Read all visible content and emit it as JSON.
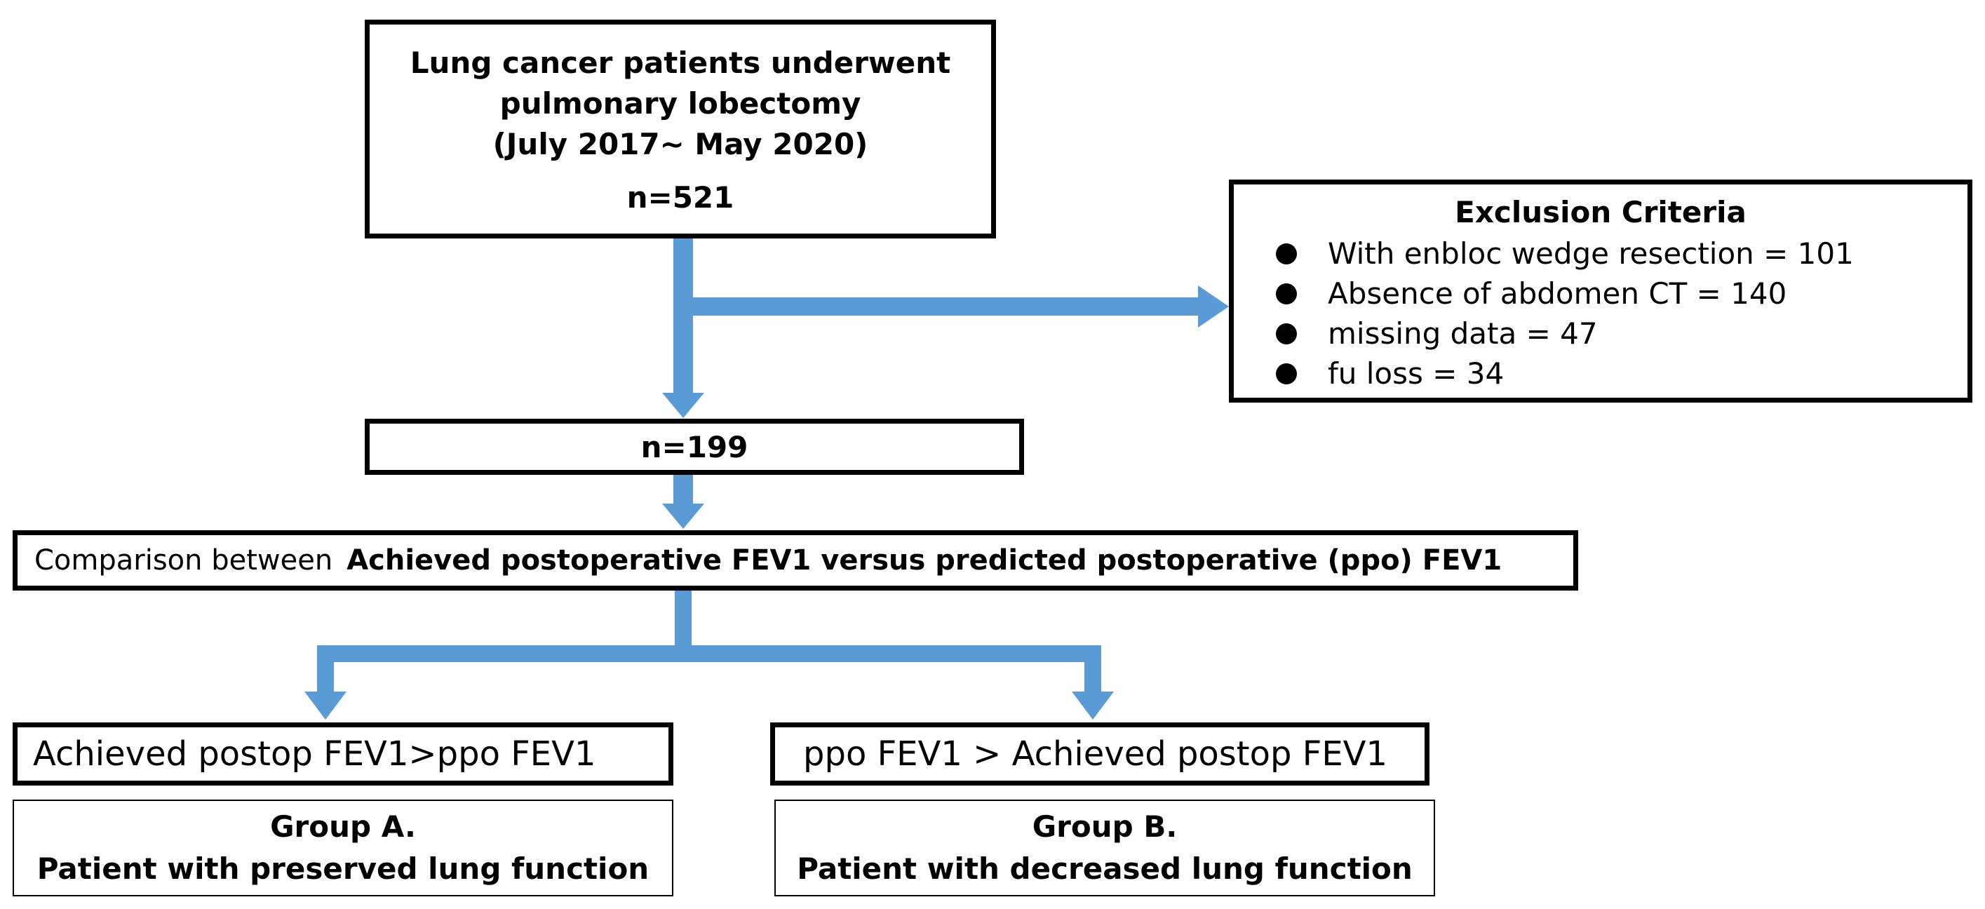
{
  "top_box": {
    "line1": "Lung cancer patients underwent",
    "line2": "pulmonary lobectomy",
    "line3": "(July 2017~ May 2020)",
    "n": "n=521"
  },
  "exclusion": {
    "title": "Exclusion Criteria",
    "items": [
      "With enbloc wedge resection = 101",
      "Absence of abdomen CT = 140",
      "missing data = 47",
      "fu loss = 34"
    ]
  },
  "n_remaining": "n=199",
  "comparison": {
    "prefix": "Comparison between",
    "emphasis": "Achieved postoperative FEV1 versus predicted postoperative (ppo) FEV1"
  },
  "group_a": {
    "condition": "Achieved postop FEV1>ppo FEV1",
    "label": "Group A.",
    "description": "Patient with preserved lung function"
  },
  "group_b": {
    "condition": "ppo FEV1 > Achieved postop FEV1",
    "label": "Group B.",
    "description": "Patient with decreased lung function"
  },
  "colors": {
    "arrow": "#5b9bd5",
    "border": "#000000",
    "background": "#ffffff"
  }
}
